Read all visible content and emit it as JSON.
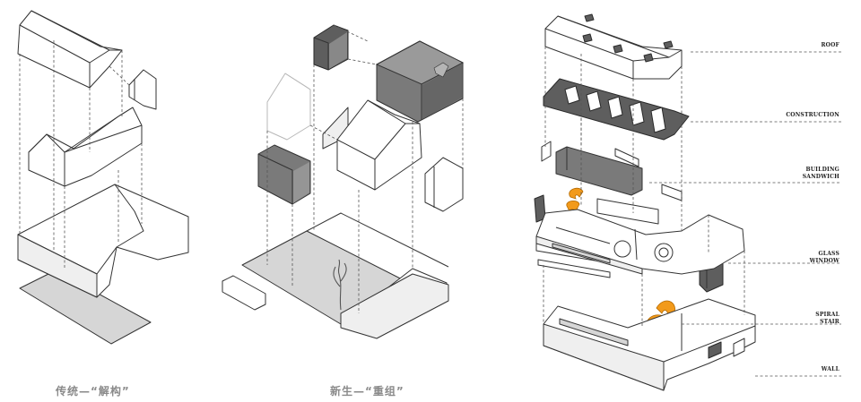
{
  "captions": {
    "left": "传统—“解构”",
    "middle": "新生—“重组”"
  },
  "layers": [
    {
      "line1": "ROOF",
      "line2": ""
    },
    {
      "line1": "CONSTRUCTION",
      "line2": ""
    },
    {
      "line1": "BUILDING",
      "line2": "SANDWICH"
    },
    {
      "line1": "GLASS",
      "line2": "WINDOW"
    },
    {
      "line1": "SPIRAL",
      "line2": "STAIR"
    },
    {
      "line1": "WALL",
      "line2": ""
    }
  ],
  "colors": {
    "accent_stair": "#f29a1b",
    "dark_volume": "#7a7a7a",
    "caption_text": "#8a8a8a"
  }
}
